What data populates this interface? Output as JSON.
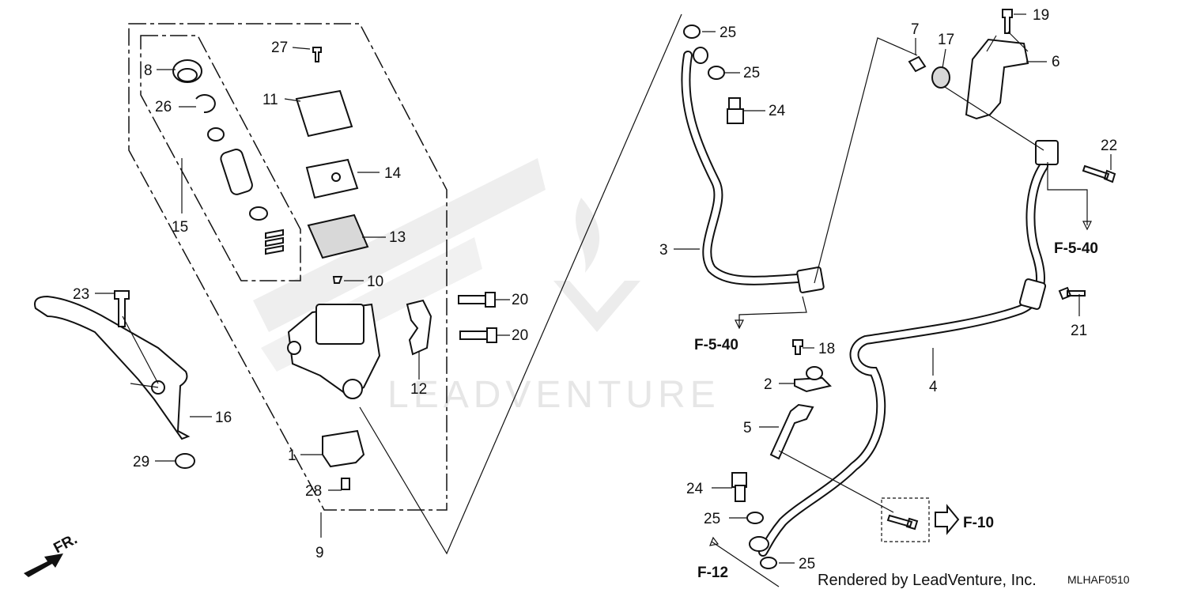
{
  "callouts": {
    "c1": "1",
    "c2": "2",
    "c3": "3",
    "c4": "4",
    "c5": "5",
    "c6": "6",
    "c7": "7",
    "c8": "8",
    "c9": "9",
    "c10": "10",
    "c11": "11",
    "c12": "12",
    "c13": "13",
    "c14": "14",
    "c15": "15",
    "c16": "16",
    "c17": "17",
    "c18": "18",
    "c19": "19",
    "c20a": "20",
    "c20b": "20",
    "c21": "21",
    "c22": "22",
    "c23": "23",
    "c24a": "24",
    "c24b": "24",
    "c25a": "25",
    "c25b": "25",
    "c25c": "25",
    "c25d": "25",
    "c26": "26",
    "c27": "27",
    "c28": "28",
    "c29": "29"
  },
  "refs": {
    "f540_left": "F-5-40",
    "f540_right": "F-5-40",
    "f10": "F-10",
    "f12": "F-12"
  },
  "direction": {
    "label": "FR."
  },
  "watermark": {
    "text": "LEADVENTURE"
  },
  "credit": {
    "text": "Rendered by LeadVenture, Inc."
  },
  "diagram_code": {
    "text": "MLHAF0510"
  }
}
